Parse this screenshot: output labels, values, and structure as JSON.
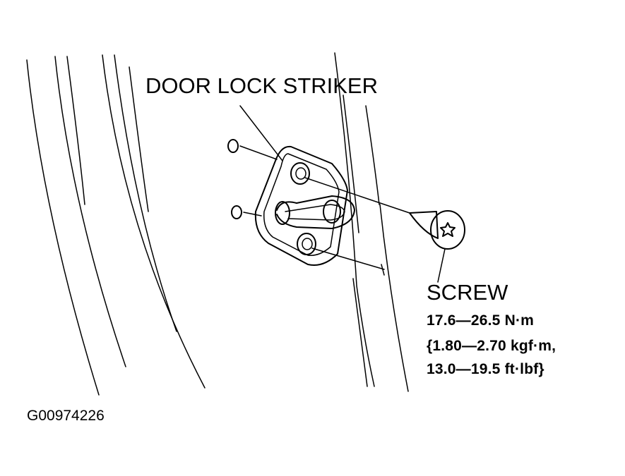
{
  "diagram": {
    "part_label": "DOOR LOCK STRIKER",
    "fastener_label": "SCREW",
    "torque": {
      "line1": "17.6—26.5 N·m",
      "line2": "{1.80—2.70 kgf·m,",
      "line3": "13.0—19.5 ft·lbf}"
    },
    "figure_id": "G00974226"
  },
  "icons": [
    "door-lock-striker-icon",
    "screw-icon",
    "mounting-hole-icon"
  ],
  "colors": {
    "line": "#000000",
    "background": "#ffffff"
  }
}
